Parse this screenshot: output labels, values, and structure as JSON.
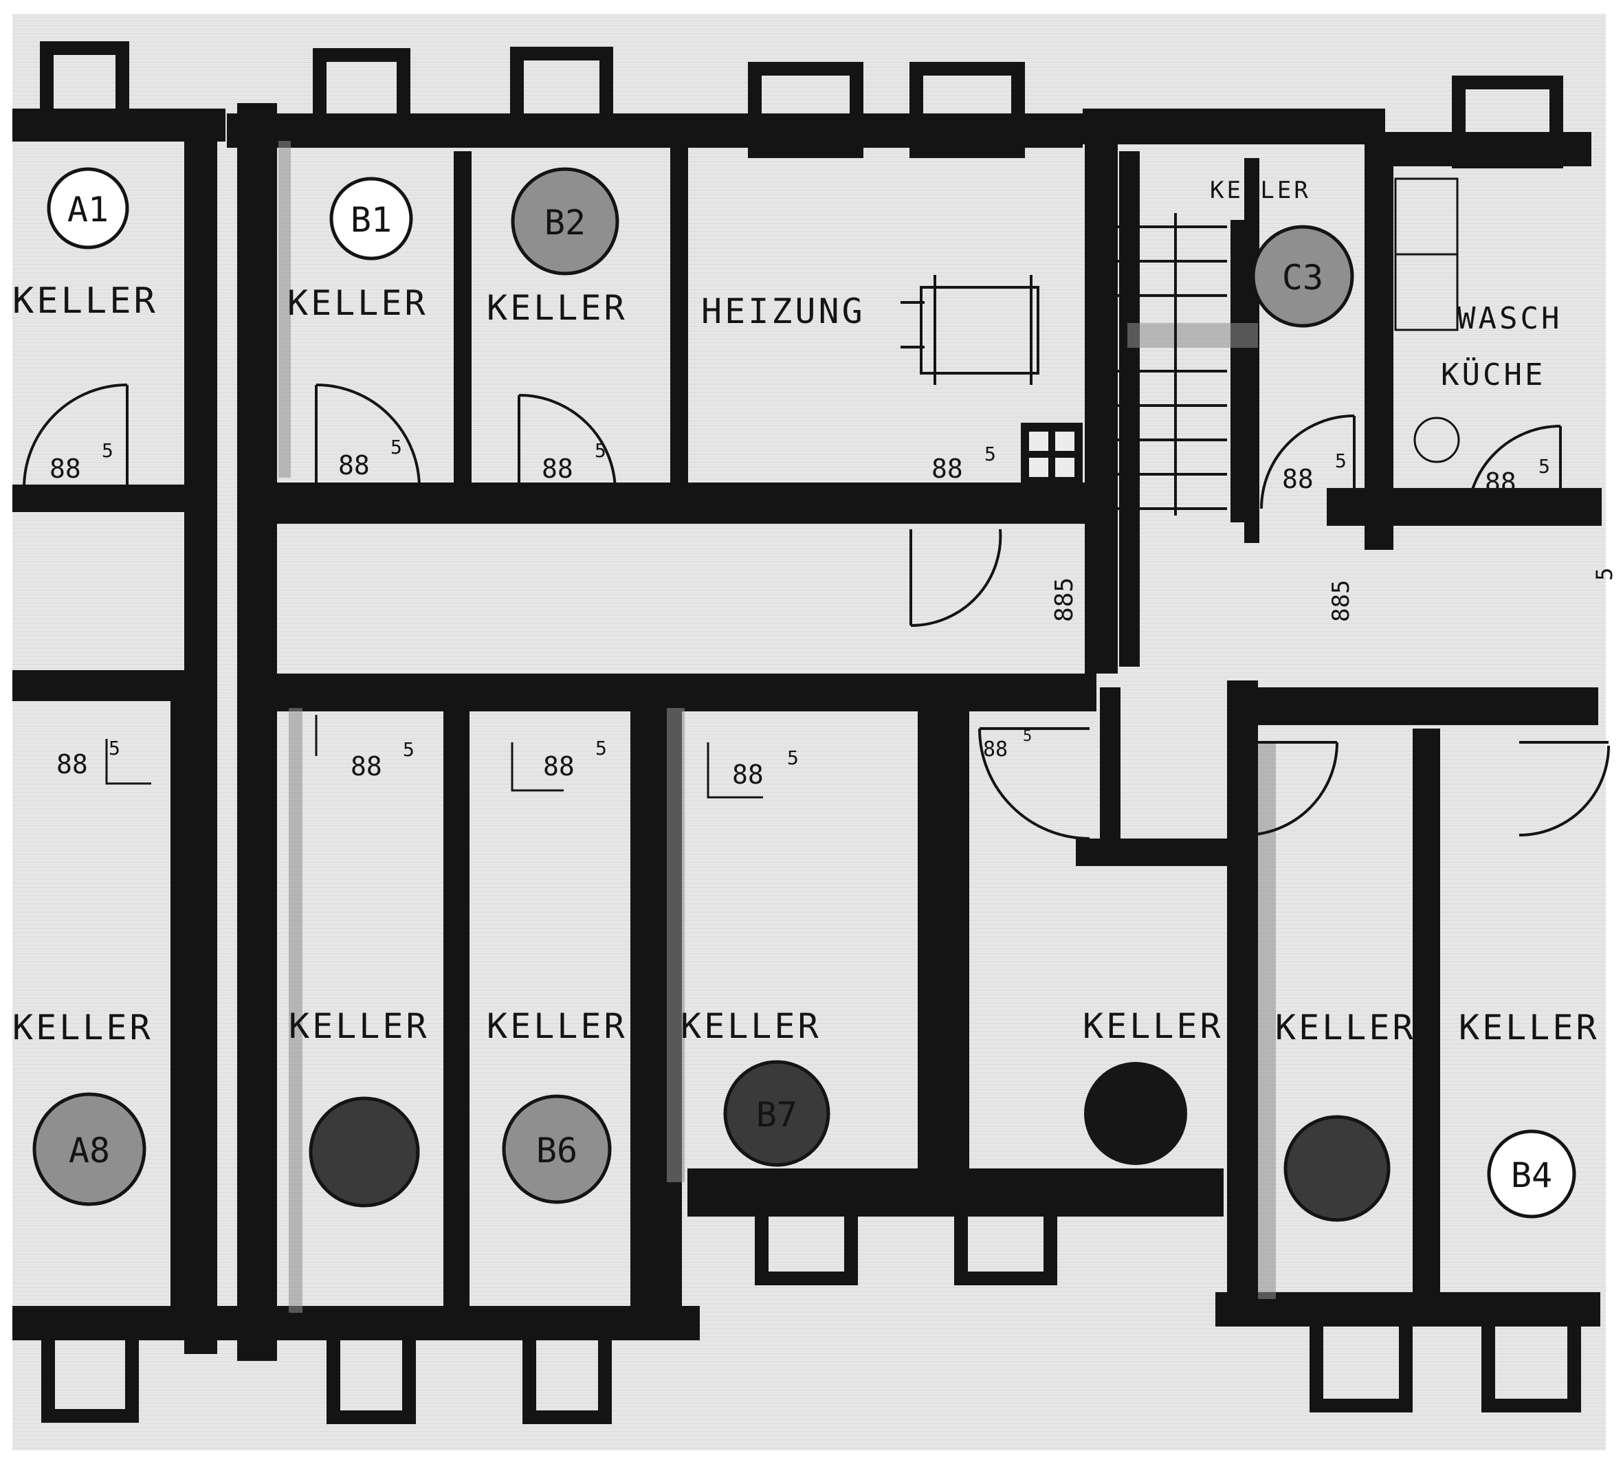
{
  "colors": {
    "paper": "#e9e9e9",
    "wall": "#141414",
    "ink": "#141414",
    "badge_light": "#ffffff",
    "badge_grey": "#8f8f8f",
    "badge_dark": "#3a3a3a",
    "badge_black": "#161616"
  },
  "rooms": {
    "a1_label": "KELLER",
    "b1_label": "KELLER",
    "b2_label": "KELLER",
    "heizung_label": "HEIZUNG",
    "c3_label": "KELLER",
    "waschkueche_label_1": "WASCH",
    "waschkueche_label_2": "KÜCHE",
    "a8_label": "KELLER",
    "b5_label": "KELLER",
    "b6_label": "KELLER",
    "b7_label": "KELLER",
    "stair_side_label": "KELLER",
    "b3_label": "KELLER",
    "b4_label": "KELLER"
  },
  "badges": {
    "a1": "A1",
    "b1": "B1",
    "b2": "B2",
    "c3": "C3",
    "a8": "A8",
    "b6": "B6",
    "b7": "B7",
    "b4": "B4"
  },
  "door_marks": {
    "d1": "88",
    "d1_sup": "5",
    "d2": "88",
    "d2_sup": "5",
    "d3": "88",
    "d3_sup": "5",
    "d4": "88",
    "d4_sup": "5",
    "d5": "88",
    "d5_sup": "5",
    "d6": "88",
    "d6_sup": "5",
    "d7": "88",
    "d7_sup": "5",
    "d8": "88",
    "d8_sup": "5",
    "d9": "88",
    "d9_sup": "5",
    "d10": "88",
    "d10_sup": "5",
    "d11": "88",
    "d11_sup": "5",
    "v1": "885",
    "v2": "885",
    "v3": "5"
  }
}
